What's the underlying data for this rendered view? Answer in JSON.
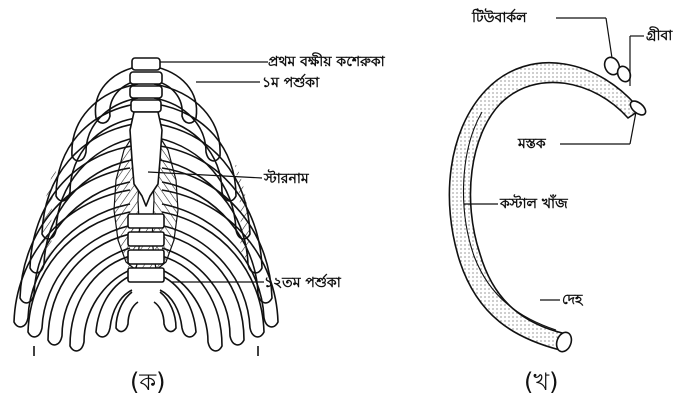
{
  "panel_a": {
    "labels": {
      "vertebra": "প্রথম বক্ষীয় কশেরুকা",
      "first_rib": "১ম পর্শুকা",
      "sternum": "স্টারনাম",
      "twelfth_rib": "১২তম পর্শুকা"
    },
    "caption": "(ক)"
  },
  "panel_b": {
    "labels": {
      "tubercle": "টিউবার্কল",
      "neck": "গ্রীবা",
      "head": "মস্তক",
      "costal_groove": "কস্টাল খাঁজ",
      "body": "দেহ"
    },
    "caption": "(খ)"
  }
}
